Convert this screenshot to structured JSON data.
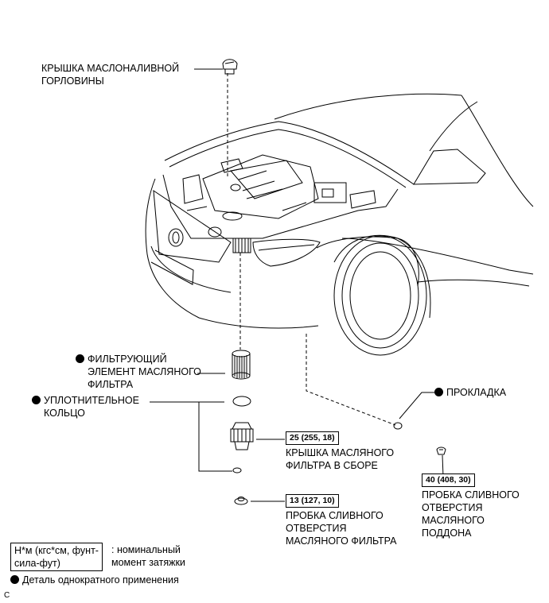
{
  "labels": {
    "oil_filler_cap": [
      "КРЫШКА МАСЛОНАЛИВНОЙ",
      "ГОРЛОВИНЫ"
    ],
    "filter_element": [
      "ФИЛЬТРУЮЩИЙ",
      "ЭЛЕМЕНТ МАСЛЯНОГО",
      "ФИЛЬТРА"
    ],
    "o_ring": [
      "УПЛОТНИТЕЛЬНОЕ",
      "КОЛЬЦО"
    ],
    "gasket": "ПРОКЛАДКА",
    "filter_cap_assembly": [
      "КРЫШКА МАСЛЯНОГО",
      "ФИЛЬТРА В СБОРЕ"
    ],
    "filter_drain_plug": [
      "ПРОБКА СЛИВНОГО",
      "ОТВЕРСТИЯ",
      "МАСЛЯНОГО ФИЛЬТРА"
    ],
    "pan_drain_plug": [
      "ПРОБКА СЛИВНОГО",
      "ОТВЕРСТИЯ",
      "МАСЛЯНОГО",
      "ПОДДОНА"
    ]
  },
  "torques": {
    "filter_cap": "25 (255, 18)",
    "filter_drain": "13 (127, 10)",
    "pan_drain": "40 (408, 30)"
  },
  "legend": {
    "torque_unit": [
      "Н*м (кгс*см, фунт-",
      "сила-фут)"
    ],
    "torque_desc": [
      ": номинальный",
      "момент затяжки"
    ],
    "non_reusable": "Деталь однократного применения"
  },
  "footer_letter": "C",
  "colors": {
    "line": "#000000",
    "background": "#ffffff"
  }
}
